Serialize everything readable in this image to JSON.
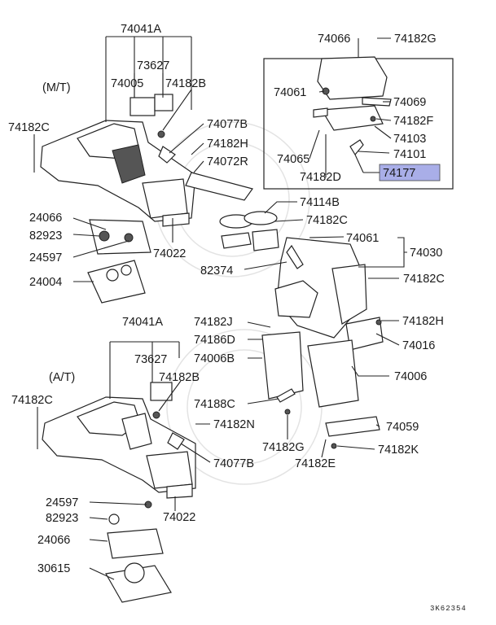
{
  "diagram": {
    "code": "3K62354",
    "highlight_color": "#a9aee8",
    "sections": {
      "mt": "(M/T)",
      "at": "(A/T)"
    },
    "labels": {
      "l74041A_top": "74041A",
      "l73627_top": "73627",
      "l74005": "74005",
      "l74182B_top": "74182B",
      "l74182C_top_left": "74182C",
      "l74077B_top": "74077B",
      "l74182H_top": "74182H",
      "l74072R": "74072R",
      "l24066_top": "24066",
      "l82923_top": "82923",
      "l24597_top": "24597",
      "l24004": "24004",
      "l74022_top": "74022",
      "l74066": "74066",
      "l74182G_top": "74182G",
      "l74061_box": "74061",
      "l74069": "74069",
      "l74182F": "74182F",
      "l74103": "74103",
      "l74065": "74065",
      "l74101": "74101",
      "l74182D": "74182D",
      "l74177": "74177",
      "l74114B": "74114B",
      "l74182C_mid": "74182C",
      "l74061_mid": "74061",
      "l74030": "74030",
      "l82374": "82374",
      "l74182C_right": "74182C",
      "l74182J": "74182J",
      "l74186D": "74186D",
      "l74006B": "74006B",
      "l74182H_right": "74182H",
      "l74016": "74016",
      "l74006": "74006",
      "l74041A_bot": "74041A",
      "l73627_bot": "73627",
      "l74182B_bot": "74182B",
      "l74182C_bot_left": "74182C",
      "l74188C": "74188C",
      "l74182N": "74182N",
      "l74059": "74059",
      "l74182G_bot": "74182G",
      "l74182K": "74182K",
      "l74077B_bot": "74077B",
      "l74182E": "74182E",
      "l24597_bot": "24597",
      "l82923_bot": "82923",
      "l74022_bot": "74022",
      "l24066_bot": "24066",
      "l30615": "30615"
    }
  }
}
